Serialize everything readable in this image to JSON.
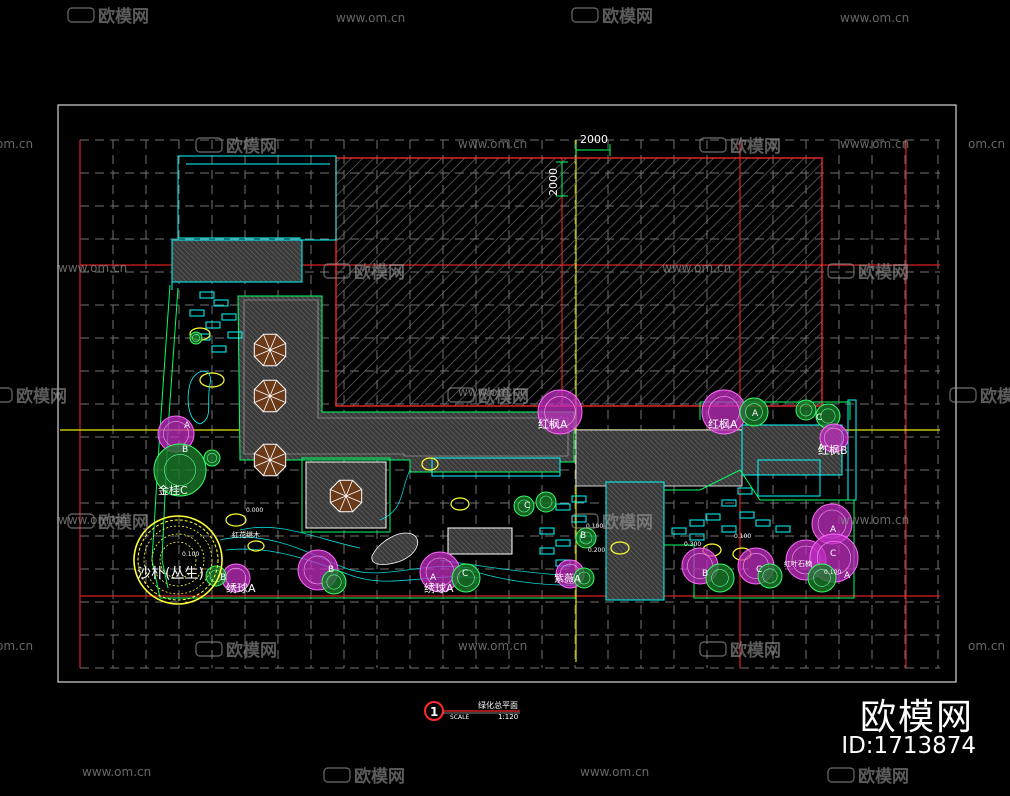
{
  "dimensions": {
    "horizontal": "2000",
    "vertical": "2000"
  },
  "plant_labels": {
    "red_maple": "红枫A",
    "red_maple_2": "红枫A",
    "red_maple_3": "红枫B",
    "ginkgo": "金桂C",
    "specimen_tree": "沙朴(丛生)",
    "shrub_a": "绣球A",
    "shrub_b": "绣球A",
    "shrub_c": "红花继木",
    "shrub_d": "紫薇A",
    "shrub_e": "红叶石楠",
    "letter_a": "A",
    "letter_b": "B",
    "letter_c": "C"
  },
  "elevations": [
    "0.000",
    "0.100",
    "0.200",
    "0.300",
    "0.100",
    "0.100",
    "0.100"
  ],
  "title_block": {
    "number": "1",
    "title": "绿化总平面",
    "scale_label": "SCALE",
    "scale_value": "1:120"
  },
  "watermarks": {
    "site": "www.om.cn",
    "site_short": "om.cn",
    "brand": "欧模网",
    "brand_big": "欧模网",
    "id": "ID:1713874"
  },
  "colors": {
    "background": "#000000",
    "frame": "#ffffff",
    "grid": "#ffffff",
    "axis_red": "#d62020",
    "axis_yellow": "#e6e600",
    "building": "#ff2a2a",
    "paving": "#00ffff",
    "planting": "#00ff66",
    "tree_magenta": "#ff33ff",
    "tree_yellow": "#ffff33"
  }
}
